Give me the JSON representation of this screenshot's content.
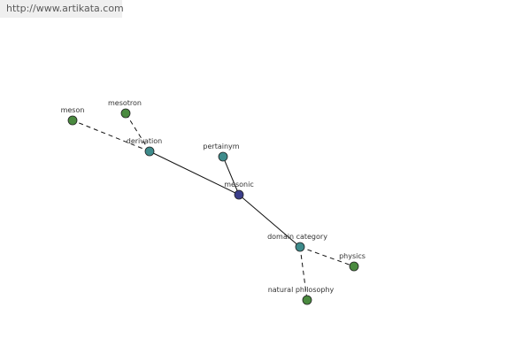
{
  "watermark": "http://www.artikata.com",
  "colors": {
    "center": "#3b3e8a",
    "relation": "#3e8b8b",
    "leaf": "#4a8a3f",
    "edge": "#111111"
  },
  "nodes": [
    {
      "id": "mesonic",
      "label": "mesonic",
      "kind": "center"
    },
    {
      "id": "derivation",
      "label": "derivation",
      "kind": "relation"
    },
    {
      "id": "pertainym",
      "label": "pertainym",
      "kind": "relation"
    },
    {
      "id": "domain-category",
      "label": "domain category",
      "kind": "relation"
    },
    {
      "id": "meson",
      "label": "meson",
      "kind": "leaf"
    },
    {
      "id": "mesotron",
      "label": "mesotron",
      "kind": "leaf"
    },
    {
      "id": "physics",
      "label": "physics",
      "kind": "leaf"
    },
    {
      "id": "natural-philosophy",
      "label": "natural philosophy",
      "kind": "leaf"
    }
  ],
  "edges": [
    {
      "from": "mesonic",
      "to": "derivation",
      "style": "solid"
    },
    {
      "from": "mesonic",
      "to": "pertainym",
      "style": "solid"
    },
    {
      "from": "mesonic",
      "to": "domain-category",
      "style": "solid"
    },
    {
      "from": "derivation",
      "to": "meson",
      "style": "dashed"
    },
    {
      "from": "derivation",
      "to": "mesotron",
      "style": "dashed"
    },
    {
      "from": "domain-category",
      "to": "physics",
      "style": "dashed"
    },
    {
      "from": "domain-category",
      "to": "natural-philosophy",
      "style": "dashed"
    }
  ]
}
